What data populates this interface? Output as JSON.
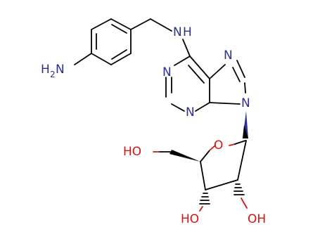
{
  "colors": {
    "nitrogen": "#2b2f8f",
    "oxygen": "#d21414",
    "carbon_bond": "#000000",
    "background": "#ffffff"
  },
  "labels": {
    "amine_n": "N",
    "amine_h": "H",
    "amine_h_count": "2",
    "nh_n": "N",
    "nh_h": "H",
    "n1": "N",
    "n3": "N",
    "n7": "N",
    "n9": "N",
    "ring_o": "O",
    "oh_5prime": "HO",
    "oh_3prime": "HO",
    "oh_2prime": "OH"
  }
}
